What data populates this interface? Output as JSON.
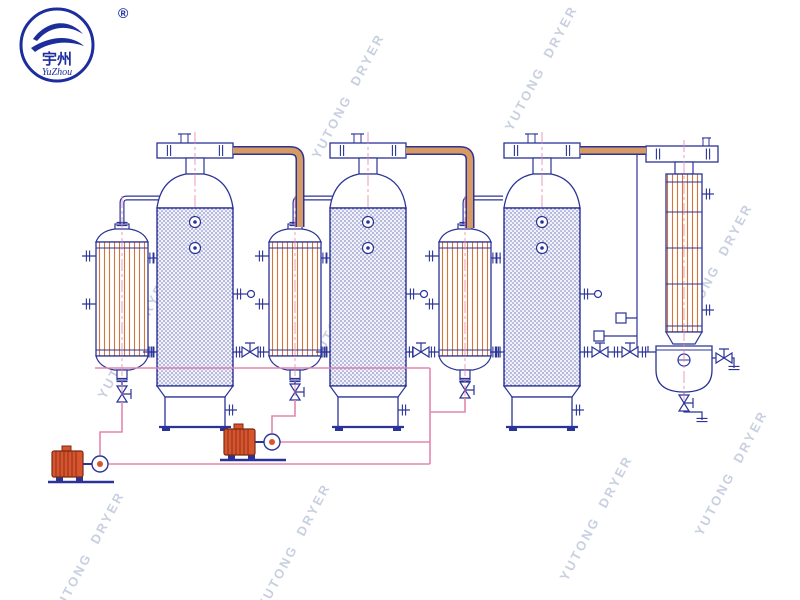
{
  "page": {
    "background": "#ffffff"
  },
  "logo": {
    "chinese": "宇州",
    "latin": "YuZhou",
    "registered": "®",
    "color": "#1c2e9c"
  },
  "watermark": {
    "text": "YUTONG DRYER",
    "color": "#b9c3d8"
  },
  "diagram": {
    "type": "process-equipment-drawing",
    "subject": "triple-effect evaporator system with heaters, condenser, receiver and pumps",
    "colors": {
      "line": "#2b3398",
      "tube_hatch": "#d4763b",
      "vapor_pipe": "#d79a62",
      "product_line": "#e287ae",
      "pump_body": "#d8542e"
    },
    "components": [
      "heater-1",
      "evaporator-1",
      "heater-2",
      "evaporator-2",
      "heater-3",
      "evaporator-3",
      "condenser",
      "receiver-flask",
      "pump-1",
      "pump-2"
    ]
  }
}
